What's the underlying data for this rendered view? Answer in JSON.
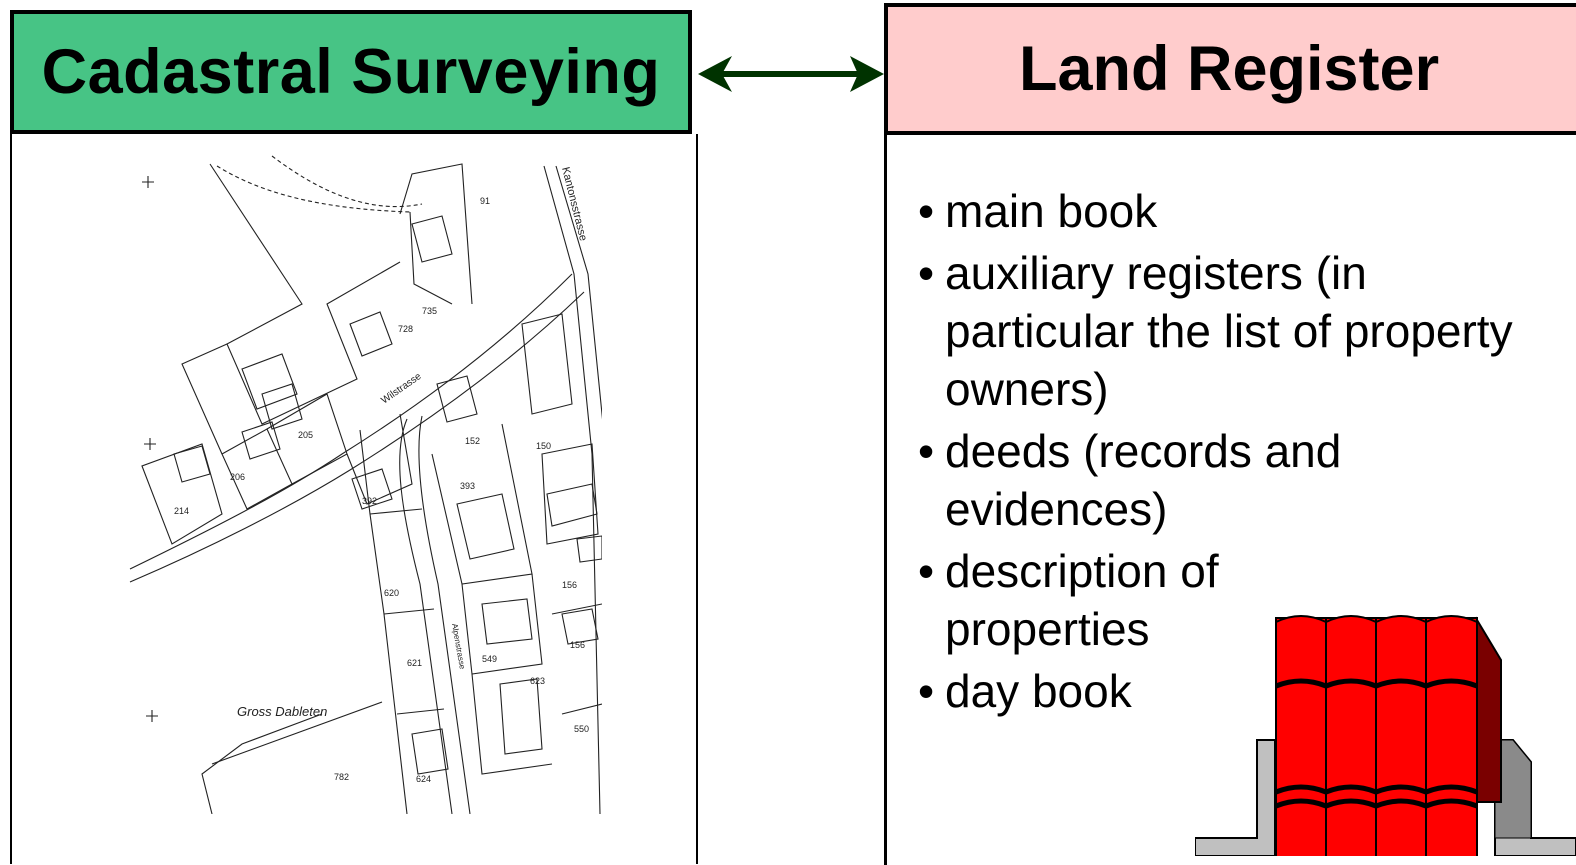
{
  "left_panel": {
    "title": "Cadastral Surveying",
    "title_bg": "#47c485",
    "map": {
      "street_labels": [
        "Kantonsstrasse",
        "Wilstrasse",
        "Gross Dableten"
      ],
      "parcel_numbers": [
        "91",
        "735",
        "728",
        "205",
        "206",
        "214",
        "392",
        "393",
        "152",
        "150",
        "620",
        "621",
        "549",
        "623",
        "156",
        "550",
        "624",
        "782"
      ]
    }
  },
  "connector": {
    "type": "double-arrow",
    "color": "#003300"
  },
  "right_panel": {
    "title": "Land Register",
    "title_bg": "#ffcccc",
    "bullet_glyph": "•",
    "items": [
      "main book",
      "auxiliary registers (in particular the list of property owners)",
      "deeds (records and evidences)",
      "description of properties",
      "day book"
    ],
    "books_icon": {
      "name": "books-on-shelf-icon",
      "book_color": "#ff0000",
      "shelf_color": "#c0c0c0"
    }
  }
}
